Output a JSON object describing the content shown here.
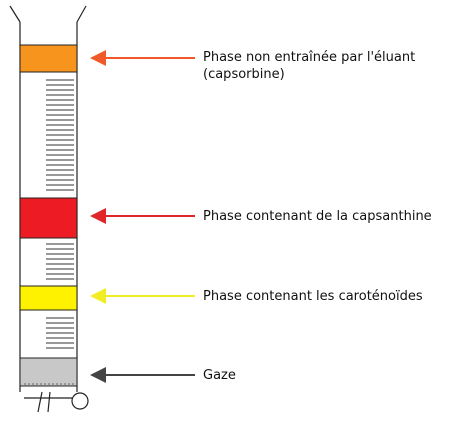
{
  "labels": {
    "unretained_line1": "Phase non entraînée par l'éluant",
    "unretained_line2": "(capsorbine)",
    "capsanthin": "Phase contenant de la capsanthine",
    "carotenoids": "Phase contenant les caroténoïdes",
    "gauze": "Gaze"
  },
  "colors": {
    "unretained_band": "#F7941D",
    "unretained_arrow": "#EF5A28",
    "capsanthin_band": "#ED1C24",
    "capsanthin_arrow": "#E0262B",
    "carotenoid_band": "#FFF200",
    "carotenoid_arrow": "#F2EC25",
    "gauze_band": "#C8C8C8",
    "gauze_arrow": "#444444",
    "outline": "#222222"
  }
}
